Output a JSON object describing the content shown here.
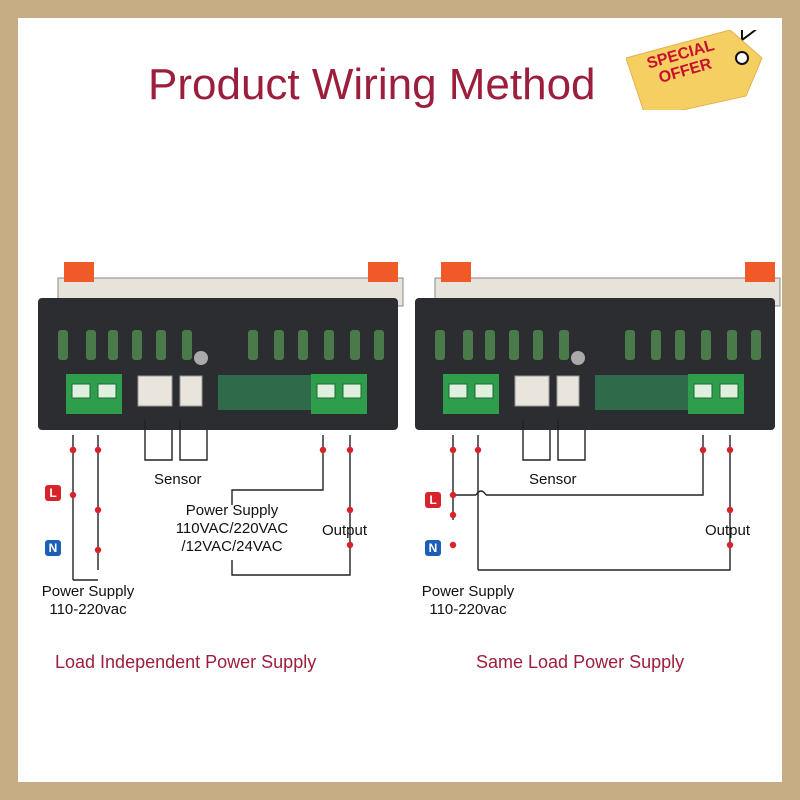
{
  "title": "Product Wiring Method",
  "badge": {
    "line1": "SPECIAL",
    "line2": "OFFER"
  },
  "colors": {
    "title": "#9b1f3d",
    "frame": "#c7ad84",
    "tag": "#f6cf62",
    "wire": "#222222",
    "terminal_dot": "#d8232a",
    "live_badge": "#d8232a",
    "neutral_badge": "#1d5fb6"
  },
  "left_diagram": {
    "sensor_label": "Sensor",
    "controller_supply": {
      "line1": "Power Supply",
      "line2": "110VAC/220VAC",
      "line3": "/12VAC/24VAC"
    },
    "output_label": "Output",
    "mains": {
      "line1": "Power Supply",
      "line2": "110-220vac"
    },
    "live_badge": "L",
    "neutral_badge": "N",
    "caption": "Load Independent Power Supply"
  },
  "right_diagram": {
    "sensor_label": "Sensor",
    "output_label": "Output",
    "mains": {
      "line1": "Power Supply",
      "line2": "110-220vac"
    },
    "live_badge": "L",
    "neutral_badge": "N",
    "caption": "Same Load Power Supply"
  }
}
